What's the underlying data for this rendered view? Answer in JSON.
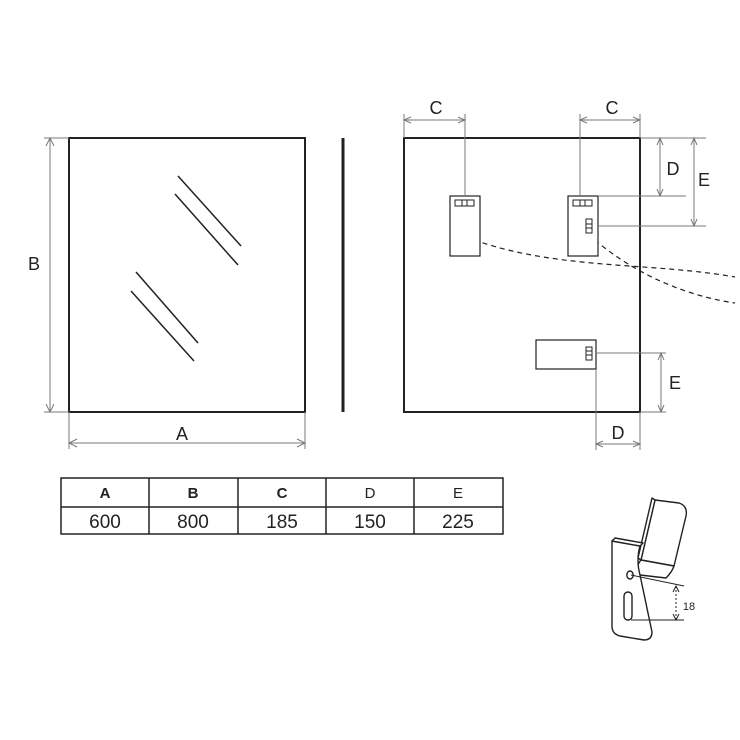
{
  "labels": {
    "front_a": "A",
    "front_b": "B",
    "back_c_left": "C",
    "back_c_right": "C",
    "back_d_top": "D",
    "back_e_top": "E",
    "back_e_bottom": "E",
    "back_d_bottom": "D"
  },
  "bracket": {
    "dimension": "18"
  },
  "table": {
    "headers": [
      "A",
      "B",
      "C",
      "D",
      "E"
    ],
    "values": [
      "600",
      "800",
      "185",
      "150",
      "225"
    ]
  },
  "colors": {
    "line": "#222222",
    "dim_line": "#7a7a7a"
  }
}
